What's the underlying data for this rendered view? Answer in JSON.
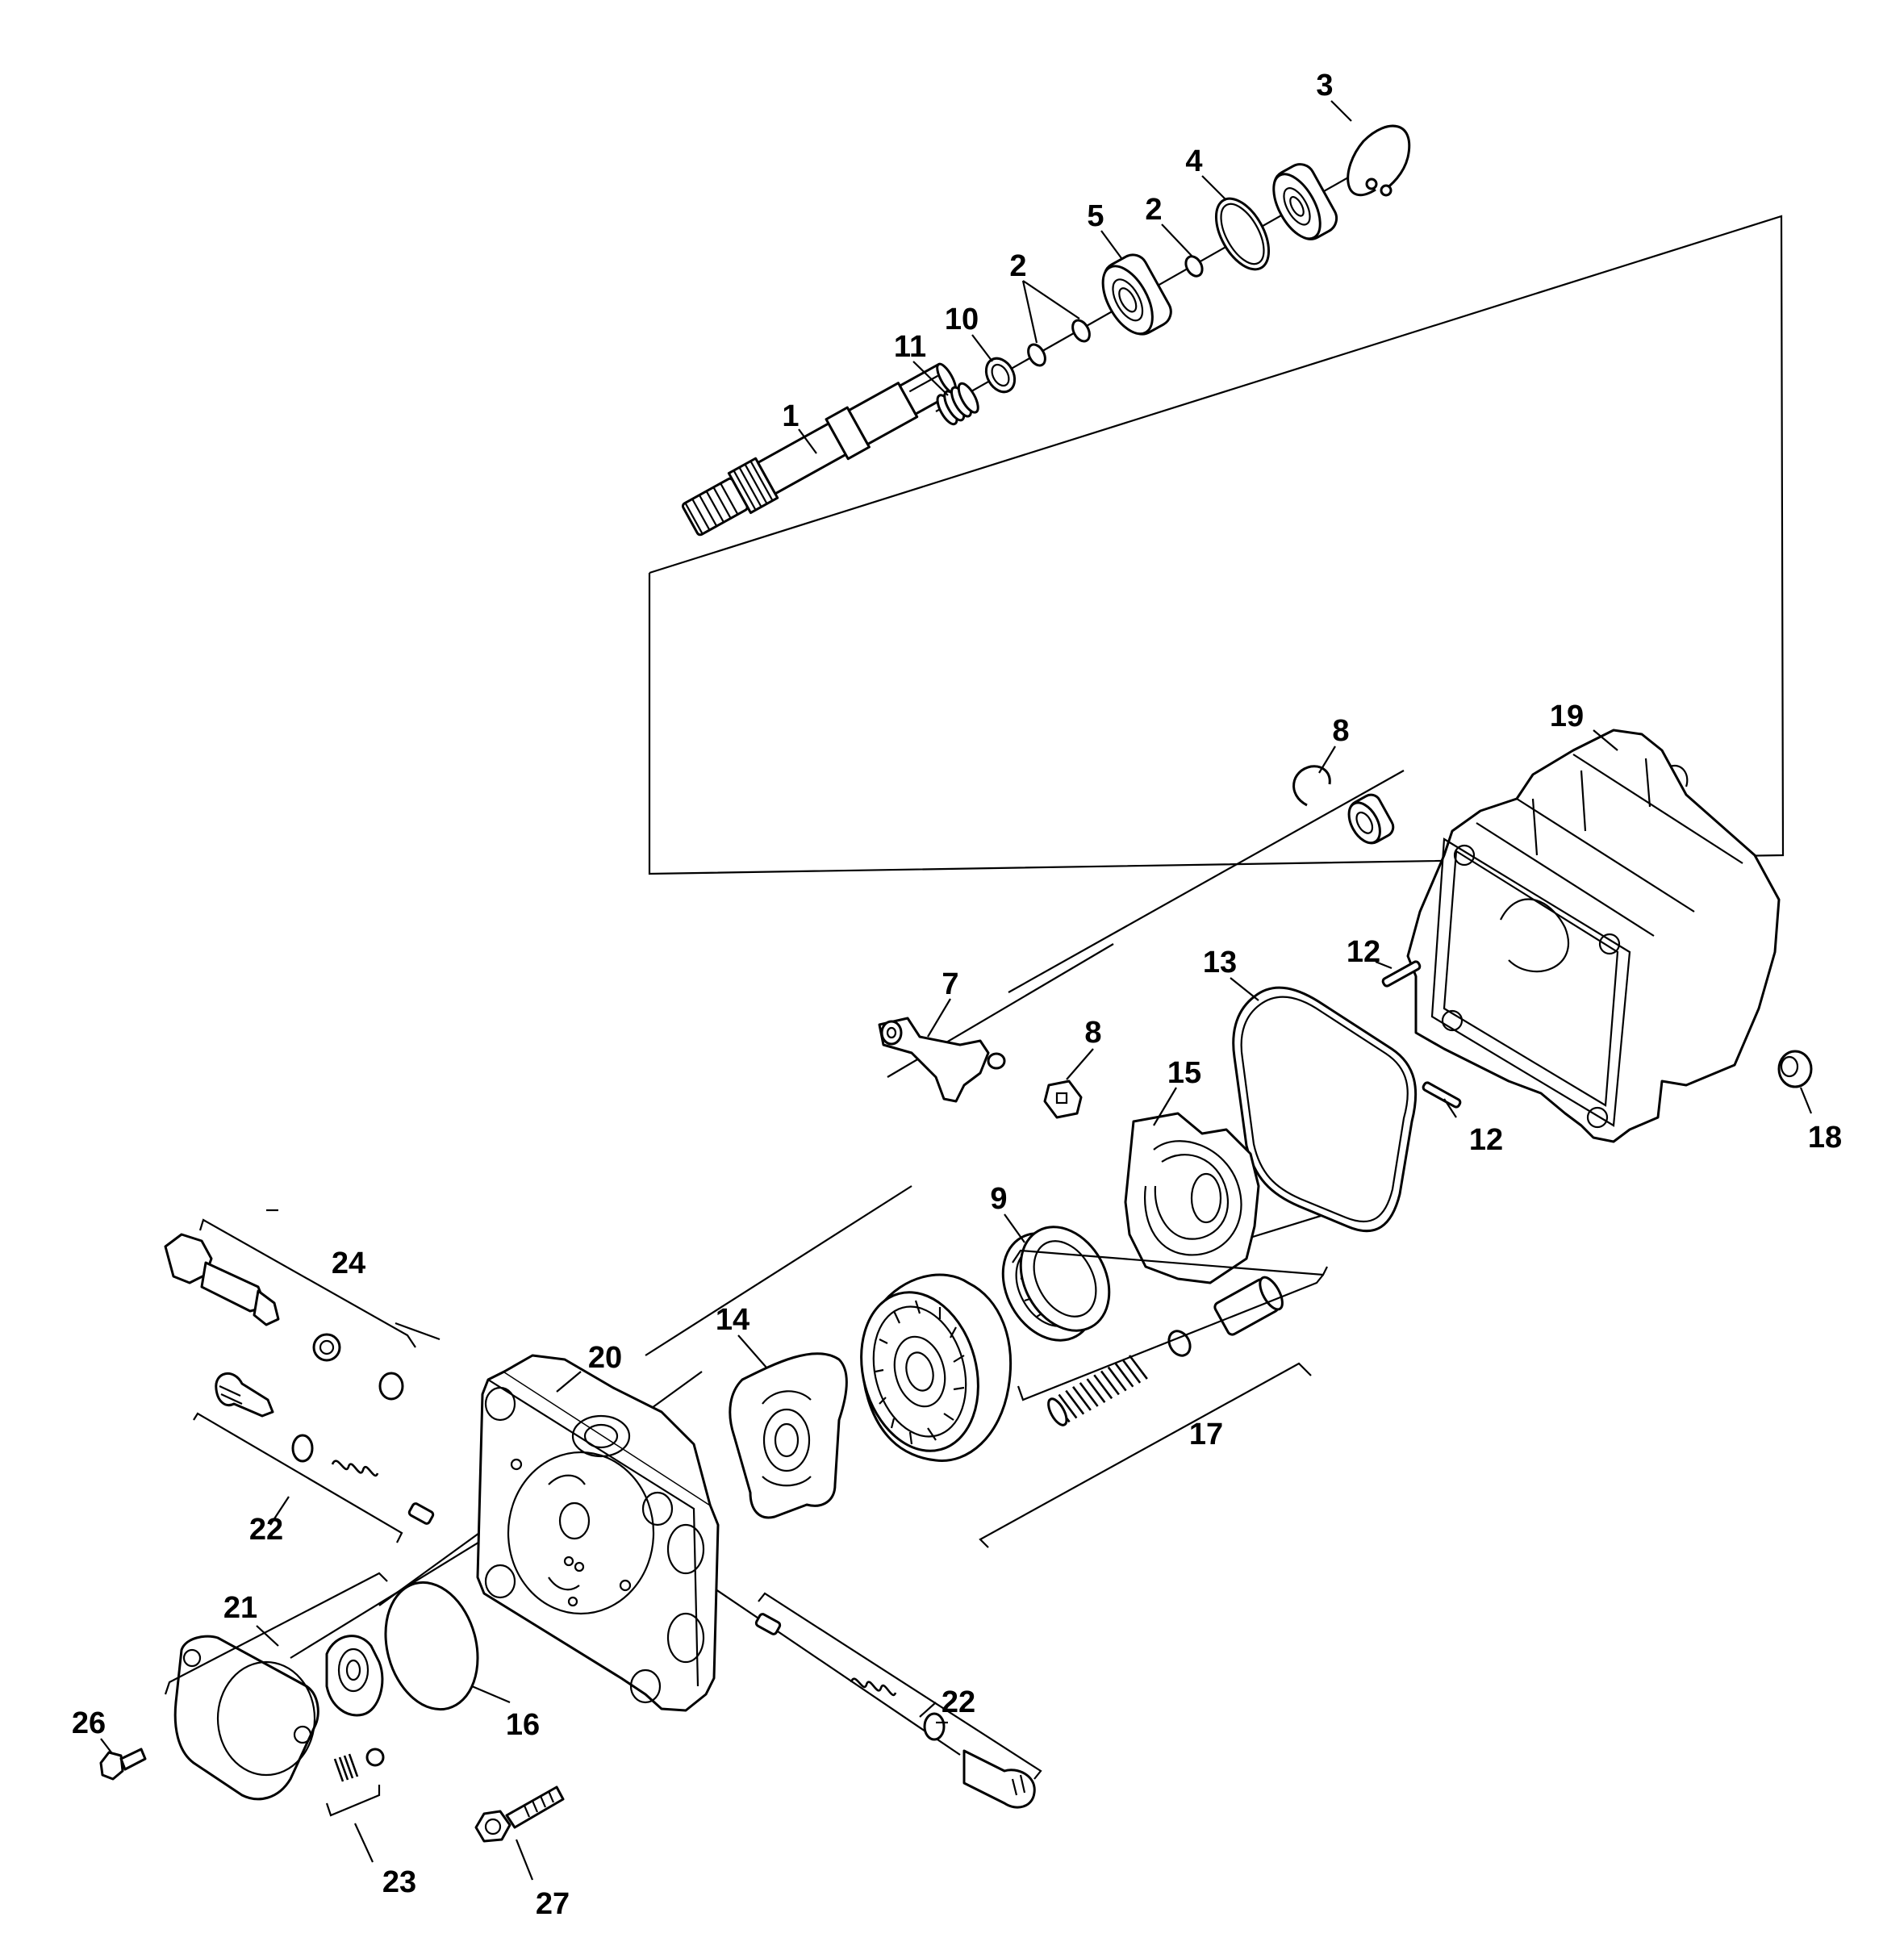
{
  "callouts": [
    {
      "id": "c1",
      "text": "1"
    },
    {
      "id": "c2a",
      "text": "2"
    },
    {
      "id": "c2b",
      "text": "2"
    },
    {
      "id": "c3",
      "text": "3"
    },
    {
      "id": "c4",
      "text": "4"
    },
    {
      "id": "c5",
      "text": "5"
    },
    {
      "id": "c7",
      "text": "7"
    },
    {
      "id": "c8a",
      "text": "8"
    },
    {
      "id": "c8b",
      "text": "8"
    },
    {
      "id": "c9",
      "text": "9"
    },
    {
      "id": "c10",
      "text": "10"
    },
    {
      "id": "c11",
      "text": "11"
    },
    {
      "id": "c12a",
      "text": "12"
    },
    {
      "id": "c12b",
      "text": "12"
    },
    {
      "id": "c13",
      "text": "13"
    },
    {
      "id": "c14",
      "text": "14"
    },
    {
      "id": "c15",
      "text": "15"
    },
    {
      "id": "c16",
      "text": "16"
    },
    {
      "id": "c17",
      "text": "17"
    },
    {
      "id": "c18",
      "text": "18"
    },
    {
      "id": "c19",
      "text": "19"
    },
    {
      "id": "c20",
      "text": "20"
    },
    {
      "id": "c21",
      "text": "21"
    },
    {
      "id": "c22a",
      "text": "22"
    },
    {
      "id": "c22b",
      "text": "22"
    },
    {
      "id": "c23",
      "text": "23"
    },
    {
      "id": "c24",
      "text": "24"
    },
    {
      "id": "c26",
      "text": "26"
    },
    {
      "id": "c27",
      "text": "27"
    }
  ],
  "colors": {
    "line": "#000000",
    "background": "#ffffff"
  }
}
